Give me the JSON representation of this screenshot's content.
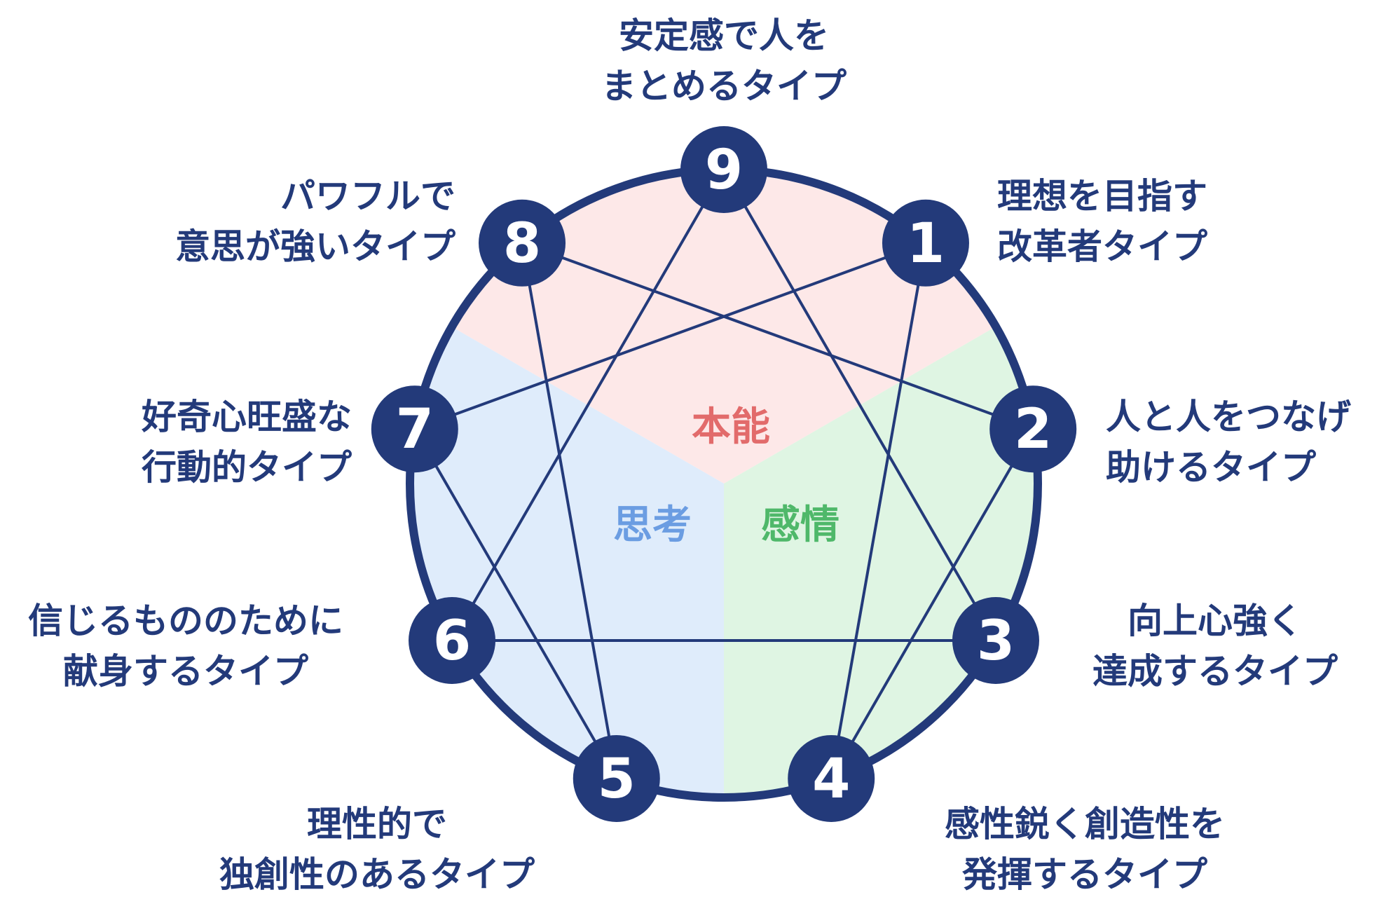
{
  "colors": {
    "navy": "#233a7a",
    "instinct_fill": "#fde8e8",
    "thinking_fill": "#dfecfb",
    "feeling_fill": "#dff5e3",
    "instinct_text": "#e26b6b",
    "thinking_text": "#6b9de2",
    "feeling_text": "#4fb86a"
  },
  "centers": {
    "instinct": "本能",
    "thinking": "思考",
    "feeling": "感情"
  },
  "types": [
    {
      "number": "9",
      "label_lines": [
        "安定感で人を",
        "まとめるタイプ"
      ]
    },
    {
      "number": "1",
      "label_lines": [
        "理想を目指す",
        "改革者タイプ"
      ]
    },
    {
      "number": "2",
      "label_lines": [
        "人と人をつなげ",
        "助けるタイプ"
      ]
    },
    {
      "number": "3",
      "label_lines": [
        "向上心強く",
        "達成するタイプ"
      ]
    },
    {
      "number": "4",
      "label_lines": [
        "感性鋭く創造性を",
        "発揮するタイプ"
      ]
    },
    {
      "number": "5",
      "label_lines": [
        "理性的で",
        "独創性のあるタイプ"
      ]
    },
    {
      "number": "6",
      "label_lines": [
        "信じるもののために",
        "献身するタイプ"
      ]
    },
    {
      "number": "7",
      "label_lines": [
        "好奇心旺盛な",
        "行動的タイプ"
      ]
    },
    {
      "number": "8",
      "label_lines": [
        "パワフルで",
        "意思が強いタイプ"
      ]
    }
  ],
  "connections": [
    [
      "1",
      "4"
    ],
    [
      "4",
      "2"
    ],
    [
      "2",
      "8"
    ],
    [
      "8",
      "5"
    ],
    [
      "5",
      "7"
    ],
    [
      "7",
      "1"
    ],
    [
      "9",
      "3"
    ],
    [
      "3",
      "6"
    ],
    [
      "6",
      "9"
    ]
  ]
}
